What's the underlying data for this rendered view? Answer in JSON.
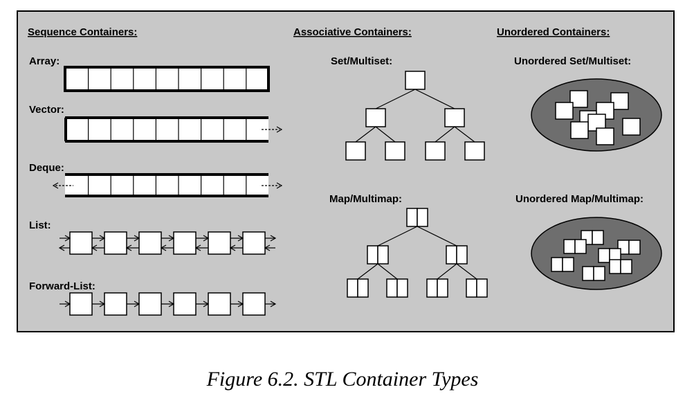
{
  "diagram": {
    "headers": {
      "sequence": "Sequence Containers:",
      "associative": "Associative Containers:",
      "unordered": "Unordered Containers:"
    },
    "sequence": {
      "array": "Array:",
      "vector": "Vector:",
      "deque": "Deque:",
      "list": "List:",
      "forward_list": "Forward-List:"
    },
    "associative": {
      "set": "Set/Multiset:",
      "map": "Map/Multimap:"
    },
    "unordered": {
      "set": "Unordered Set/Multiset:",
      "map": "Unordered Map/Multimap:"
    },
    "colors": {
      "panel": "#c8c8c8",
      "ellipse": "#6e6e6e",
      "stroke": "#000000",
      "cell": "#ffffff"
    }
  },
  "caption": "Figure 6.2. STL Container Types"
}
